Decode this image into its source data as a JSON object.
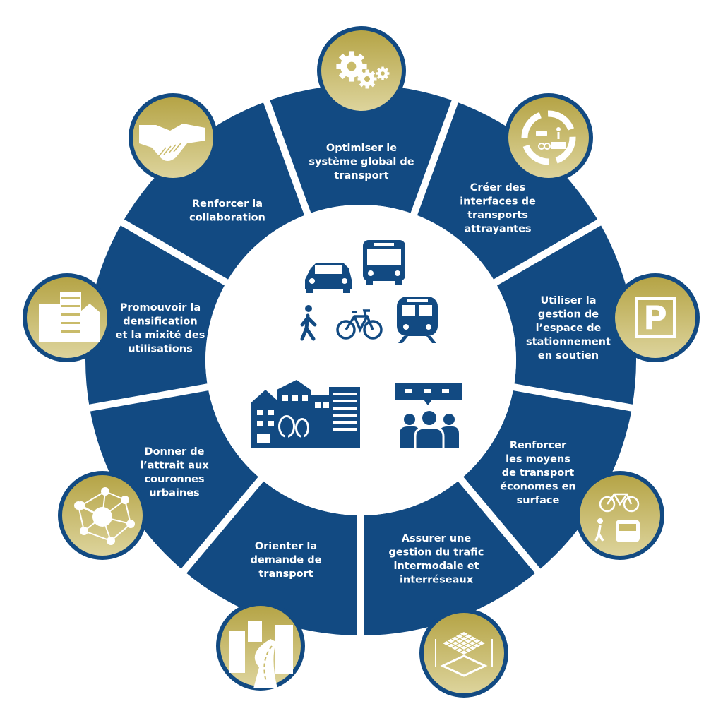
{
  "colors": {
    "blue": "#124a82",
    "gold_dark": "#b5a446",
    "gold_light": "#ddd49c",
    "white": "#ffffff"
  },
  "segments": [
    {
      "icon": "gears-icon",
      "lines": [
        "Optimiser le",
        "système global de",
        "transport"
      ]
    },
    {
      "icon": "cycle-arrows-icon",
      "lines": [
        "Créer des",
        "interfaces de",
        "transports",
        "attrayantes"
      ]
    },
    {
      "icon": "parking-icon",
      "lines": [
        "Utiliser la",
        "gestion de",
        "l’espace de",
        "stationnement",
        "en soutien"
      ]
    },
    {
      "icon": "bike-pedestrian-train-icon",
      "lines": [
        "Renforcer",
        "les moyens",
        "de transport",
        "économes en",
        "surface"
      ]
    },
    {
      "icon": "layers-grid-icon",
      "lines": [
        "Assurer une",
        "gestion du trafic",
        "intermodale et",
        "interréseaux"
      ]
    },
    {
      "icon": "road-city-icon",
      "lines": [
        "Orienter la",
        "demande de",
        "transport"
      ]
    },
    {
      "icon": "network-icon",
      "lines": [
        "Donner de",
        "l’attrait aux",
        "couronnes",
        "urbaines"
      ]
    },
    {
      "icon": "buildings-icon",
      "lines": [
        "Promouvoir la",
        "densification",
        "et la mixité des",
        "utilisations"
      ]
    },
    {
      "icon": "handshake-icon",
      "lines": [
        "Renforcer la",
        "collaboration"
      ]
    }
  ],
  "center_icons": [
    "car-icon",
    "bus-icon",
    "pedestrian-icon",
    "bicycle-icon",
    "train-icon",
    "city-buildings-icon",
    "people-discussion-icon"
  ]
}
